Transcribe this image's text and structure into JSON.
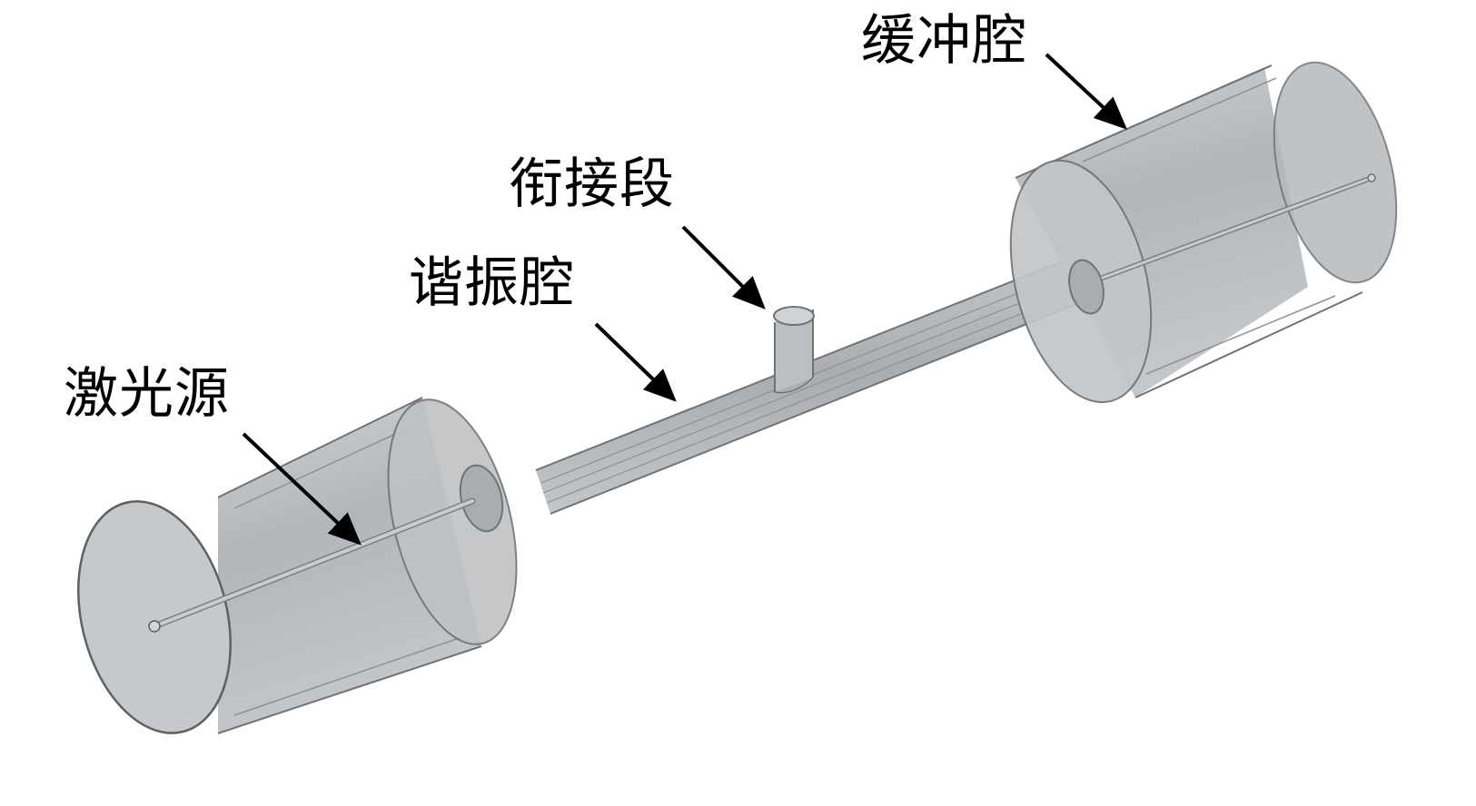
{
  "labels": {
    "laser_source": "激光源",
    "resonant_cavity": "谐振腔",
    "joint_section": "衔接段",
    "buffer_cavity": "缓冲腔"
  },
  "colors": {
    "cylinder_fill": "#b9bcbf",
    "cylinder_face": "#c3c6c8",
    "edge": "#707478",
    "arrow": "#000000",
    "background": "#ffffff"
  }
}
